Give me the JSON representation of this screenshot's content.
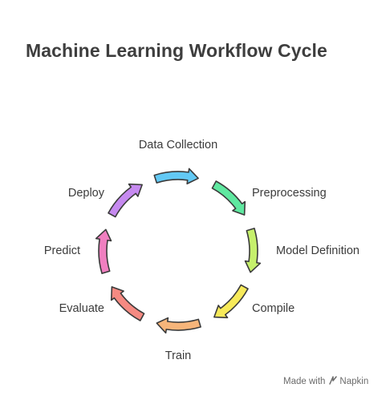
{
  "title": "Machine Learning Workflow Cycle",
  "steps": [
    {
      "label": "Data Collection",
      "color": "#62c9f5",
      "icon": "curved-arrow"
    },
    {
      "label": "Preprocessing",
      "color": "#5fe8a0",
      "icon": "curved-arrow"
    },
    {
      "label": "Model Definition",
      "color": "#c6f06c",
      "icon": "curved-arrow"
    },
    {
      "label": "Compile",
      "color": "#f7ea5a",
      "icon": "curved-arrow"
    },
    {
      "label": "Train",
      "color": "#f7b57a",
      "icon": "curved-arrow"
    },
    {
      "label": "Evaluate",
      "color": "#f58a82",
      "icon": "curved-arrow"
    },
    {
      "label": "Predict",
      "color": "#f07fc0",
      "icon": "curved-arrow"
    },
    {
      "label": "Deploy",
      "color": "#c68af0",
      "icon": "curved-arrow"
    }
  ],
  "footer": {
    "made_with": "Made with",
    "brand": "Napkin"
  }
}
